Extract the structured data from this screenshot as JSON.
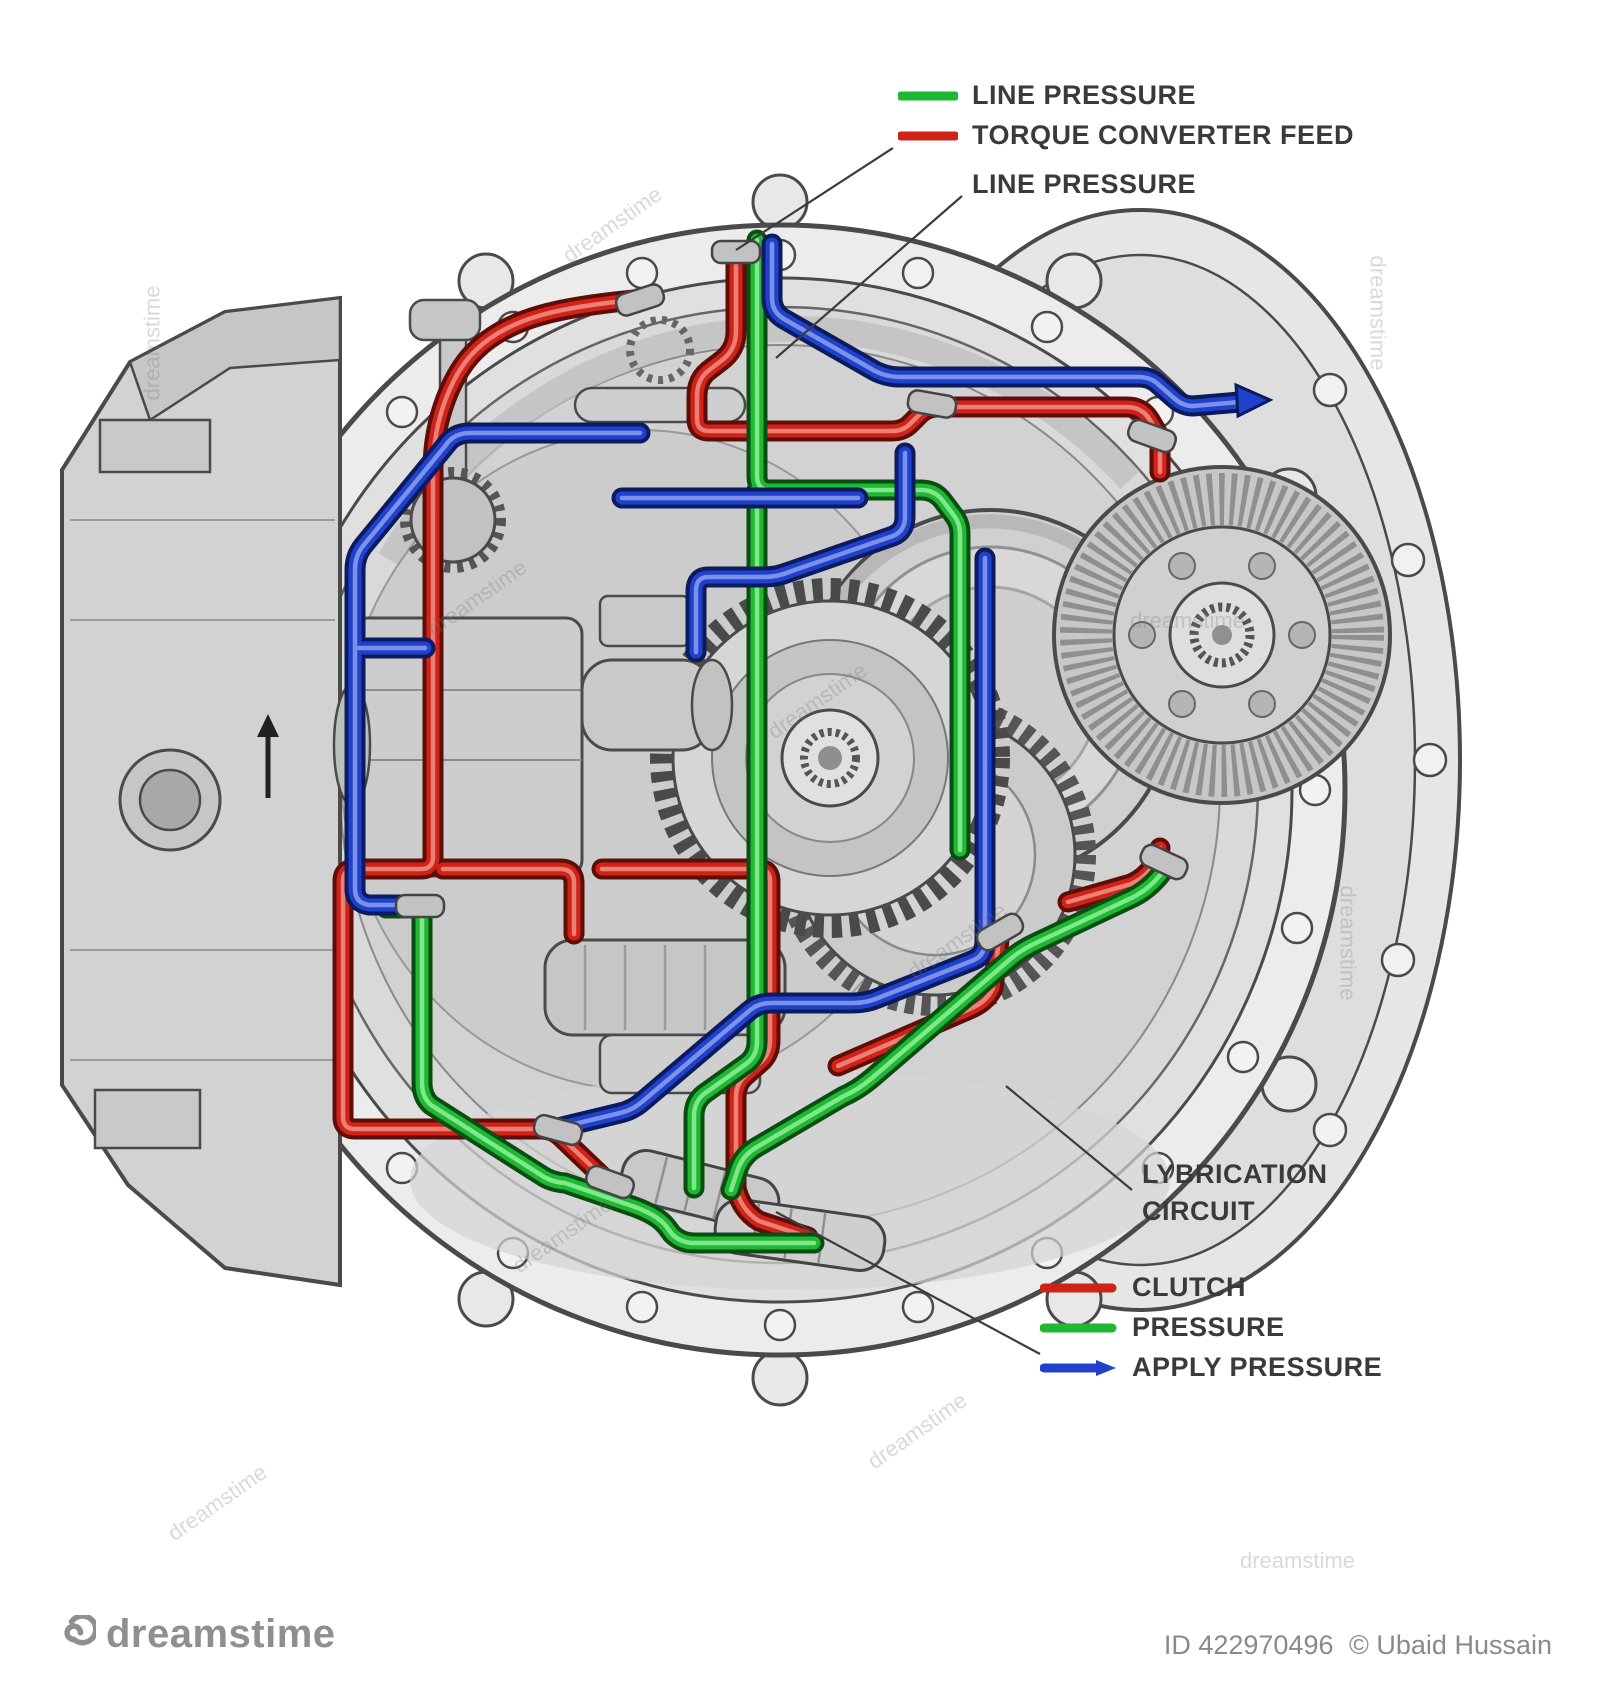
{
  "colors": {
    "green": "#1fb832",
    "green_dark": "#0a4d12",
    "green_light": "#97f2a2",
    "red": "#cf2318",
    "red_dark": "#5e0d08",
    "red_light": "#f2968e",
    "blue": "#1f41cc",
    "blue_dark": "#0c1a5e",
    "blue_light": "#93a6f0",
    "label_text": "#3a3a3a",
    "leader": "#3c3c3c",
    "watermark_gray": "#8a8a8a"
  },
  "legend_top": {
    "items": [
      {
        "label": "LINE PRESSURE",
        "color": "#1fb832",
        "swatch": "line"
      },
      {
        "label": "TORQUE CONVERTER FEED",
        "color": "#cf2318",
        "swatch": "line"
      },
      {
        "label": "LINE PRESSURE",
        "color": "",
        "swatch": "none"
      }
    ]
  },
  "legend_bottom": {
    "items": [
      {
        "label": "CLUTCH",
        "color": "#cf2318",
        "swatch": "line"
      },
      {
        "label": "PRESSURE",
        "color": "#1fb832",
        "swatch": "line"
      },
      {
        "label": "APPLY PRESSURE",
        "color": "#1f41cc",
        "swatch": "arrow"
      }
    ]
  },
  "callouts": {
    "lubrication_line1": "LYBRICATION",
    "lubrication_line2": "CIRCUIT"
  },
  "watermark": {
    "brand": "dreamstime",
    "footer_id": "ID 422970496",
    "footer_copyright": "© Ubaid Hussain"
  }
}
